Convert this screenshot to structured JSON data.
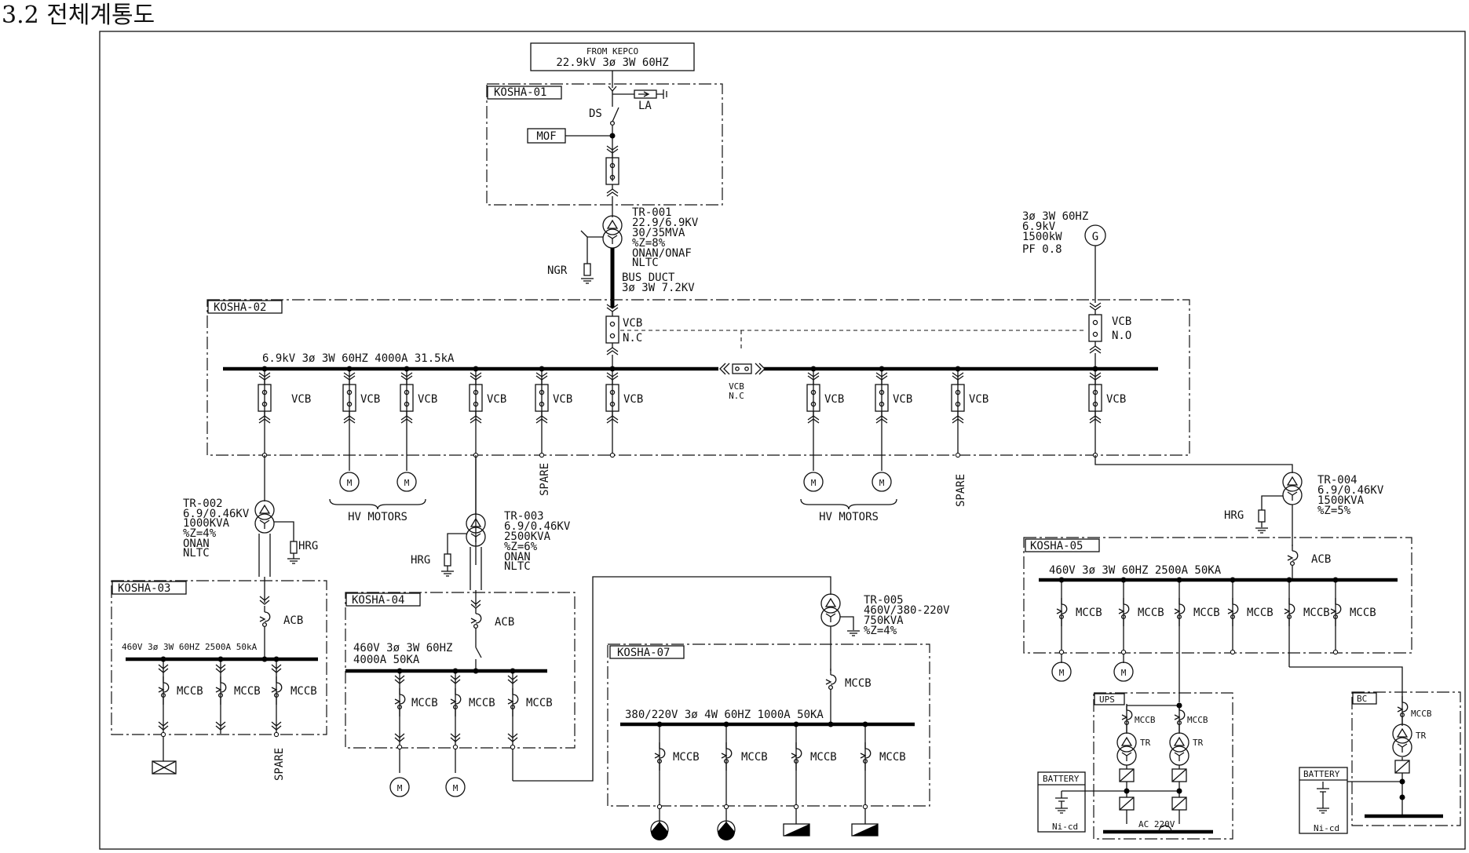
{
  "heading": "3.2 전체계통도",
  "supply": {
    "line1": "FROM KEPCO",
    "line2": "22.9kV 3ø 3W 60HZ"
  },
  "panels": {
    "k01": "KOSHA-01",
    "k02": "KOSHA-02",
    "k03": "KOSHA-03",
    "k04": "KOSHA-04",
    "k05": "KOSHA-05",
    "k07": "KOSHA-07",
    "ups": "UPS",
    "bc": "BC",
    "battery1": "BATTERY",
    "battery2": "BATTERY"
  },
  "k01_labels": {
    "ds": "DS",
    "la": "LA",
    "mof": "MOF"
  },
  "tr001": [
    "TR-001",
    "22.9/6.9KV",
    "30/35MVA",
    "%Z=8%",
    "ONAN/ONAF",
    "NLTC"
  ],
  "ngr": "NGR",
  "bus_duct": [
    "BUS DUCT",
    "3ø 3W 7.2KV"
  ],
  "generator": {
    "lines": [
      "3ø 3W 60HZ",
      "6.9kV",
      "1500kW",
      "PF 0.8"
    ],
    "symbol": "G"
  },
  "main_incomer": {
    "vcb": "VCB",
    "nc": "N.C"
  },
  "gen_incomer": {
    "vcb": "VCB",
    "no": "N.O"
  },
  "bus_tie": {
    "vcb": "VCB",
    "nc": "N.C"
  },
  "hv_bus": "6.9kV 3ø 3W 60HZ 4000A 31.5kA",
  "feeder_label": "VCB",
  "spare": "SPARE",
  "motor": "M",
  "hv_motors": "HV MOTORS",
  "hrg": "HRG",
  "acb": "ACB",
  "mccb": "MCCB",
  "tr_small": "TR",
  "tr002": [
    "TR-002",
    "6.9/0.46KV",
    "1000KVA",
    "%Z=4%",
    "ONAN",
    "NLTC"
  ],
  "tr003": [
    "TR-003",
    "6.9/0.46KV",
    "2500KVA",
    "%Z=6%",
    "ONAN",
    "NLTC"
  ],
  "tr004": [
    "TR-004",
    "6.9/0.46KV",
    "1500KVA",
    "%Z=5%"
  ],
  "tr005": [
    "TR-005",
    "460V/380-220V",
    "750KVA",
    "%Z=4%"
  ],
  "k03_bus": "460V 3ø 3W 60HZ 2500A 50kA",
  "k04_bus": [
    "460V 3ø 3W 60HZ",
    "4000A 50KA"
  ],
  "k05_bus": "460V 3ø 3W 60HZ 2500A 50KA",
  "k07_bus": "380/220V 3ø 4W 60HZ 1000A 50KA",
  "ac220": "AC 220V",
  "nicd": "Ni-cd"
}
